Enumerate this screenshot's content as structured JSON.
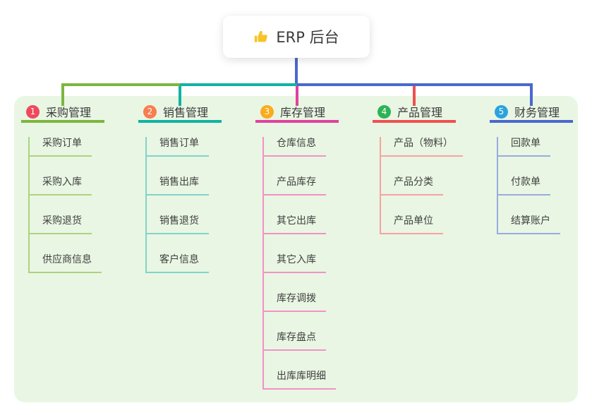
{
  "root": {
    "label": "ERP 后台",
    "icon": "thumbs-up-icon",
    "icon_color": "#f7c325",
    "line_color": "#4a68cd"
  },
  "panel": {
    "background": "#e9f6e3"
  },
  "branches": [
    {
      "number": "1",
      "label": "采购管理",
      "badge_color": "#f0485c",
      "line_color": "#7cb63f",
      "child_line_color": "#abd37e",
      "children": [
        "采购订单",
        "采购入库",
        "采购退货",
        "供应商信息"
      ]
    },
    {
      "number": "2",
      "label": "销售管理",
      "badge_color": "#f87d4f",
      "line_color": "#10b3a3",
      "child_line_color": "#80d4c9",
      "children": [
        "销售订单",
        "销售出库",
        "销售退货",
        "客户信息"
      ]
    },
    {
      "number": "3",
      "label": "库存管理",
      "badge_color": "#fbab1c",
      "line_color": "#e0419f",
      "child_line_color": "#f192c6",
      "children": [
        "仓库信息",
        "产品库存",
        "其它出库",
        "其它入库",
        "库存调拨",
        "库存盘点",
        "出库库明细"
      ]
    },
    {
      "number": "4",
      "label": "产品管理",
      "badge_color": "#2fb256",
      "line_color": "#f05051",
      "child_line_color": "#f6a3a2",
      "children": [
        "产品（物料）",
        "产品分类",
        "产品单位"
      ]
    },
    {
      "number": "5",
      "label": "财务管理",
      "badge_color": "#2aa3df",
      "line_color": "#4a68cd",
      "child_line_color": "#98abdf",
      "children": [
        "回款单",
        "付款单",
        "结算账户"
      ]
    }
  ]
}
